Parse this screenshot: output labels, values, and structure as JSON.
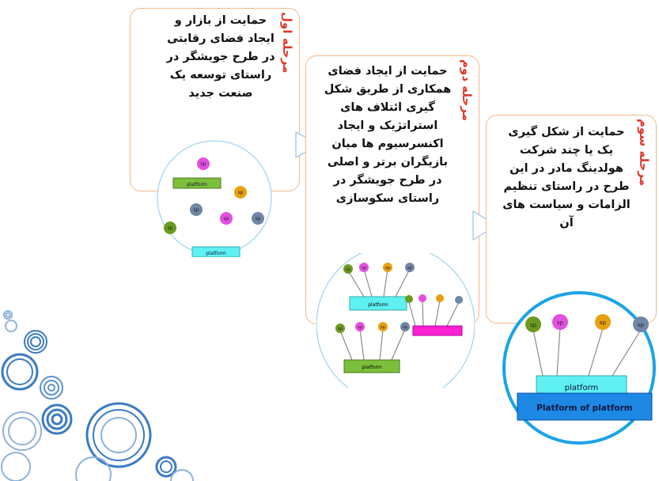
{
  "stages": [
    {
      "label": "مرحله اول",
      "text": "حمایت از بازار و ایجاد فضای رقابتی در طرح جویشگر در راستای توسعه یک صنعت جدید"
    },
    {
      "label": "مرحله دوم",
      "text": "حمایت از ایجاد فضای همکاری از طریق شکل گیری ائتلاف های استراتژیک و ایجاد اکنسرسیوم ها میان بازیگران برتر و اصلی در طرح جویشگر در راستای سکوسازی"
    },
    {
      "label": "مرحله سوم",
      "text": "حمایت از شکل گیری یک یا چند شرکت هولدینگ مادر در این طرح در راستای تنظیم الزامات و سیاست های آن"
    }
  ],
  "nodes": {
    "sp": "sp",
    "platform": "platform",
    "platform_of_platform": "Platform of platform"
  },
  "colors": {
    "card_border": "#f2b98a",
    "stage_label": "#e0392b",
    "sp_pink": "#e24fe0",
    "sp_orange": "#e8a010",
    "sp_grey": "#6f86a6",
    "sp_green": "#6a9a1e",
    "platform_green": "#7cbf3a",
    "platform_cyan": "#5ef0f2",
    "platform_magenta": "#ff1fd2",
    "platform_blue": "#1e88e5",
    "ring_blue": "#1aa3e8"
  }
}
